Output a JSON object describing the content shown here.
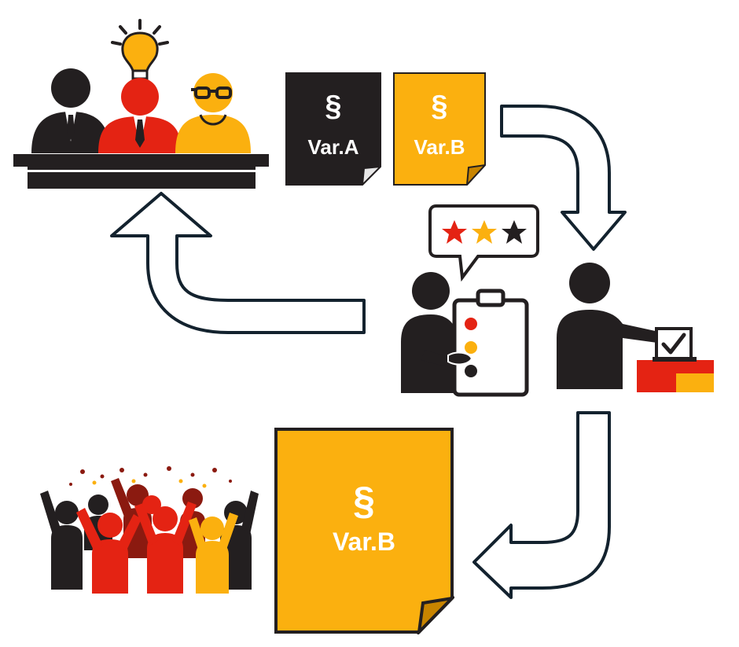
{
  "colors": {
    "black": "#231f20",
    "red": "#e42313",
    "gold": "#fbb00f",
    "dark_red": "#8b1a10",
    "arrow_outline": "#13222e",
    "white": "#ffffff"
  },
  "documents": {
    "var_a": {
      "symbol": "§",
      "label": "Var.A"
    },
    "var_b_small": {
      "symbol": "§",
      "label": "Var.B"
    },
    "var_b_large": {
      "symbol": "§",
      "label": "Var.B"
    }
  },
  "icons": {
    "panel": "committee-panel-icon",
    "idea": "lightbulb-icon",
    "rating": "star-rating-bubble-icon",
    "stars_filled": 3,
    "clipboard": "clipboard-checklist-icon",
    "voter": "voting-person-icon",
    "ballot_box": "ballot-box-icon",
    "crowd": "celebrating-crowd-icon"
  },
  "arrows": [
    "arrow-to-evaluation",
    "arrow-back-to-panel",
    "arrow-to-result"
  ]
}
